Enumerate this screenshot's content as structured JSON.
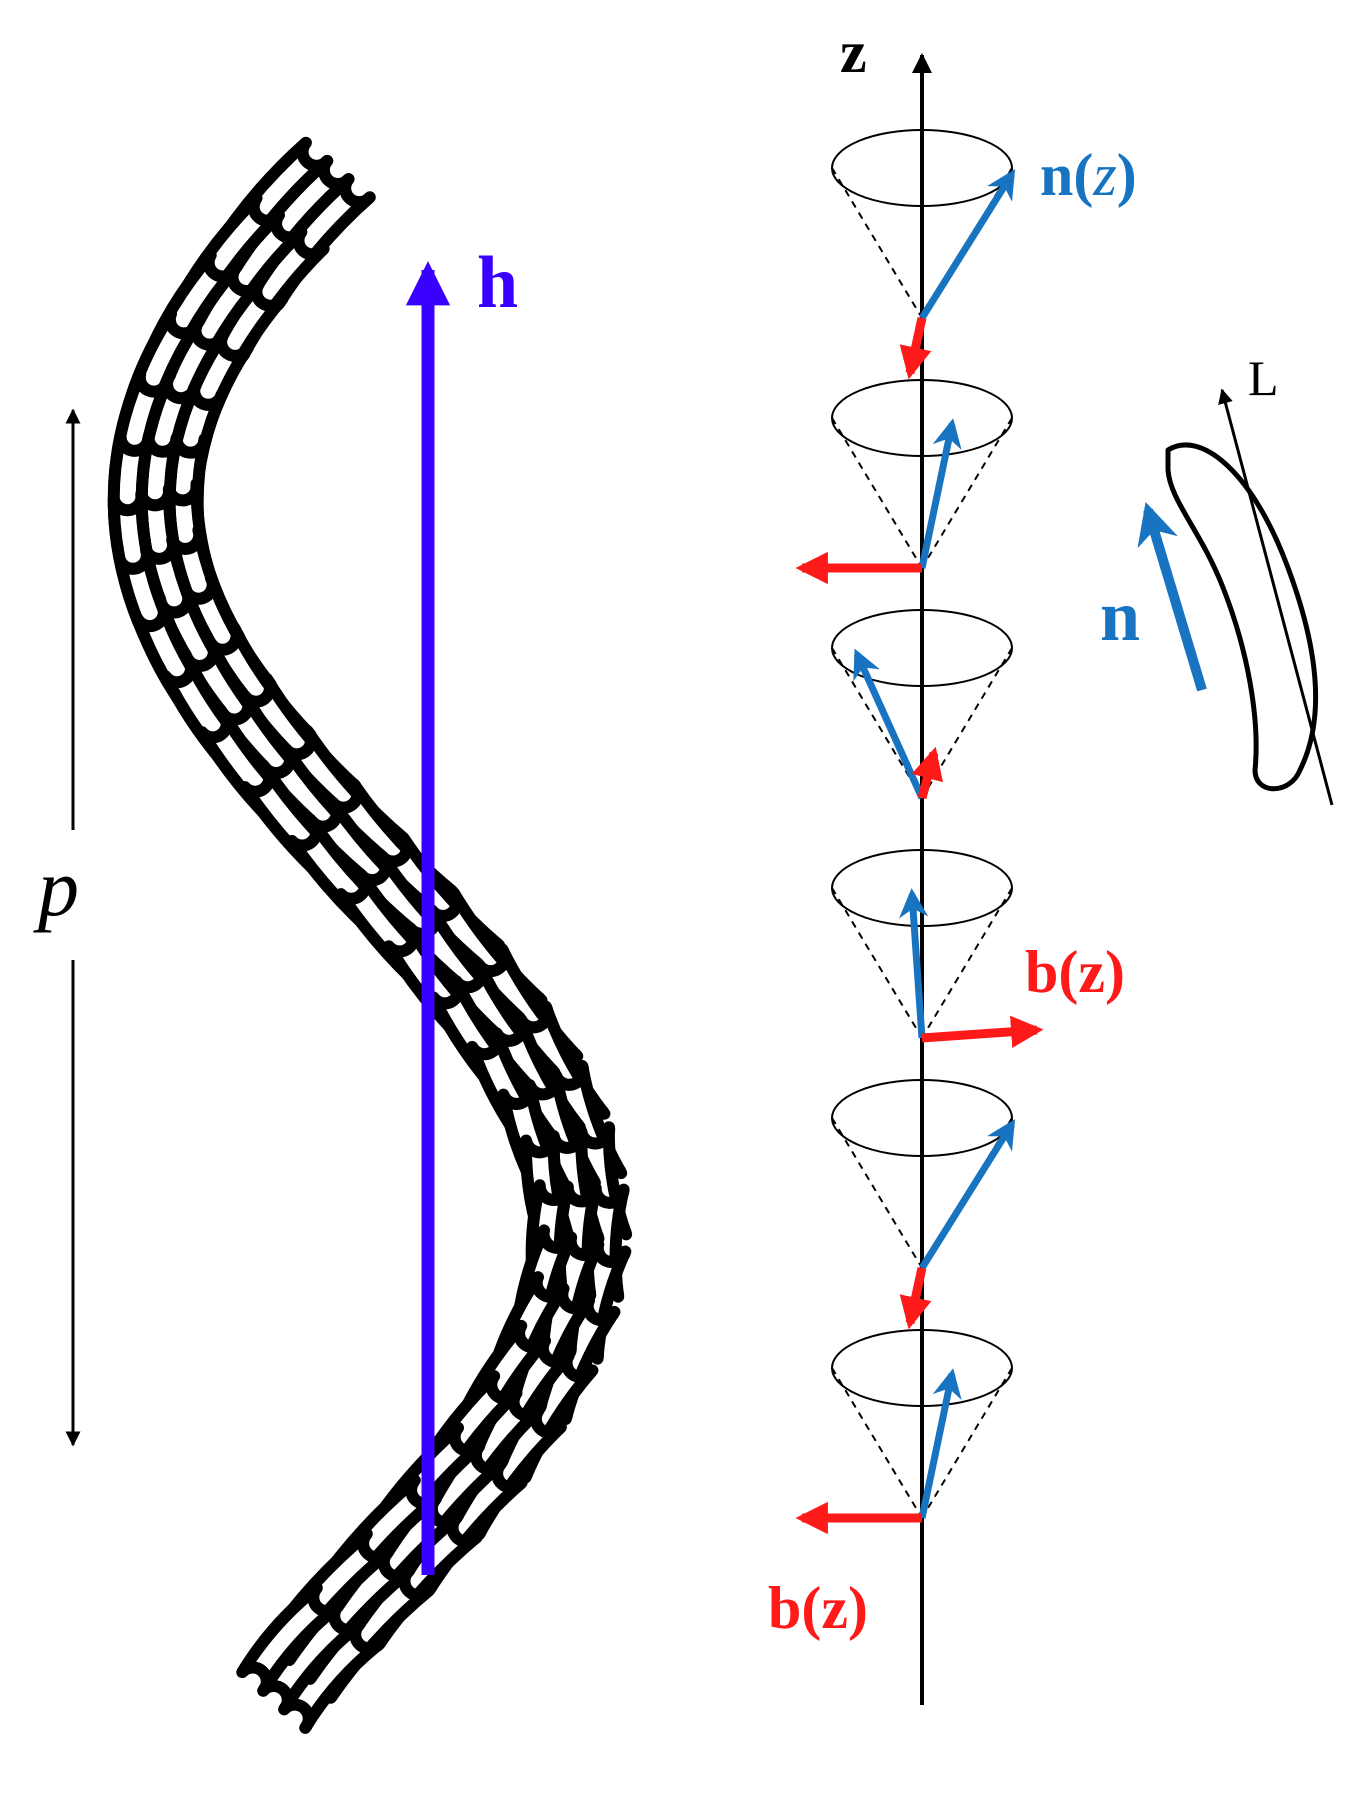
{
  "labels": {
    "h": "h",
    "z_axis": "z",
    "pitch": "p",
    "L": "L",
    "n_single": "n",
    "n_of_z": {
      "main": "n(",
      "var": "z",
      "close": ")"
    },
    "b_of_z_upper": "b(z)",
    "b_of_z_lower": "b(z)"
  },
  "colors": {
    "ink": "#000000",
    "helix_axis": "#3a00ff",
    "director": "#1874c0",
    "polarization": "#ff1a1a",
    "background": "#ffffff"
  },
  "cones": [
    {
      "id": "cone-1",
      "n_side": "right",
      "b_dir": "down"
    },
    {
      "id": "cone-2",
      "n_side": "right-near",
      "b_dir": "left"
    },
    {
      "id": "cone-3",
      "n_side": "left",
      "b_dir": "up"
    },
    {
      "id": "cone-4",
      "n_side": "center",
      "b_dir": "right"
    },
    {
      "id": "cone-5",
      "n_side": "right",
      "b_dir": "down"
    },
    {
      "id": "cone-6",
      "n_side": "right-near",
      "b_dir": "left"
    }
  ]
}
